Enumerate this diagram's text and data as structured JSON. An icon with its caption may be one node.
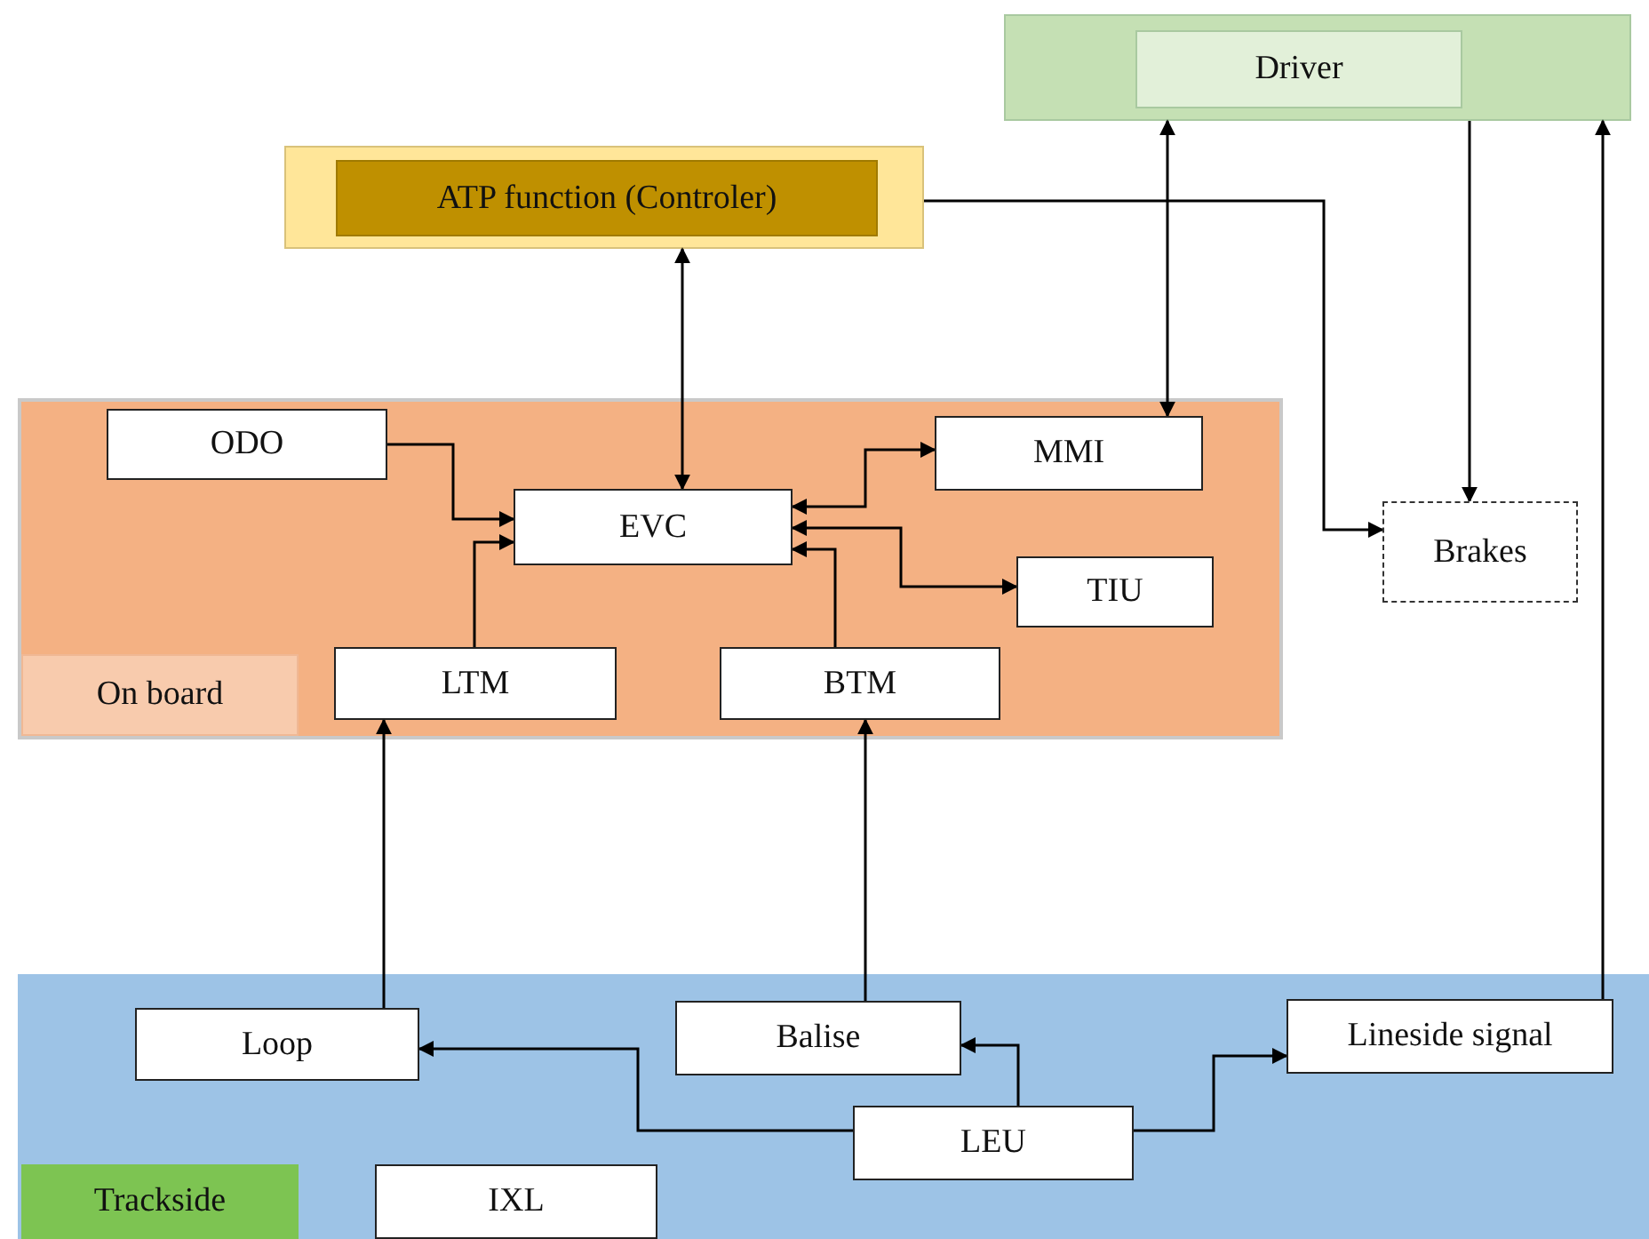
{
  "diagram": {
    "nodes": [
      {
        "text": [],
        "shape": "box"
      },
      {
        "text": [
          "Driver"
        ],
        "in": 0
      },
      {
        "text": [],
        "shape": "box"
      },
      {
        "text": [
          "ATP function (Controler)"
        ],
        "in": 2
      },
      {
        "text": [],
        "shape": "box"
      },
      {
        "text": [
          "On board"
        ],
        "in": 4
      },
      {
        "text": [
          "ODO"
        ],
        "in": 4
      },
      {
        "text": [
          "EVC"
        ],
        "in": 4
      },
      {
        "text": [
          "MMI"
        ],
        "in": 4
      },
      {
        "text": [
          "TIU"
        ],
        "in": 4
      },
      {
        "text": [
          "LTM"
        ],
        "in": 4
      },
      {
        "text": [
          "BTM"
        ],
        "in": 4
      },
      {
        "text": [
          "Brakes"
        ]
      },
      {
        "text": [],
        "shape": "box"
      },
      {
        "text": [
          "Trackside"
        ],
        "in": 13
      },
      {
        "text": [
          "Loop"
        ],
        "in": 13
      },
      {
        "text": [
          "Balise"
        ],
        "in": 13
      },
      {
        "text": [
          "Lineside signal"
        ],
        "in": 13
      },
      {
        "text": [
          "LEU"
        ],
        "in": 13
      },
      {
        "text": [
          "IXL"
        ],
        "in": 13
      }
    ],
    "edges": [
      {
        "from": 7,
        "to": 2,
        "arrow": "both"
      },
      {
        "from": 8,
        "to": 0,
        "arrow": "both"
      },
      {
        "from": 2,
        "to": 12,
        "arrow": "to"
      },
      {
        "from": 0,
        "to": 12,
        "arrow": "to"
      },
      {
        "from": 17,
        "to": 0,
        "arrow": "to"
      },
      {
        "from": 6,
        "to": 7,
        "arrow": "to"
      },
      {
        "from": 10,
        "to": 7,
        "arrow": "to"
      },
      {
        "from": 7,
        "to": 8,
        "arrow": "both"
      },
      {
        "from": 7,
        "to": 9,
        "arrow": "both"
      },
      {
        "from": 11,
        "to": 7,
        "arrow": "to"
      },
      {
        "from": 15,
        "to": 10,
        "arrow": "to"
      },
      {
        "from": 16,
        "to": 11,
        "arrow": "to"
      },
      {
        "from": 18,
        "to": 15,
        "arrow": "to"
      },
      {
        "from": 18,
        "to": 16,
        "arrow": "to"
      },
      {
        "from": 18,
        "to": 17,
        "arrow": "to"
      }
    ]
  }
}
